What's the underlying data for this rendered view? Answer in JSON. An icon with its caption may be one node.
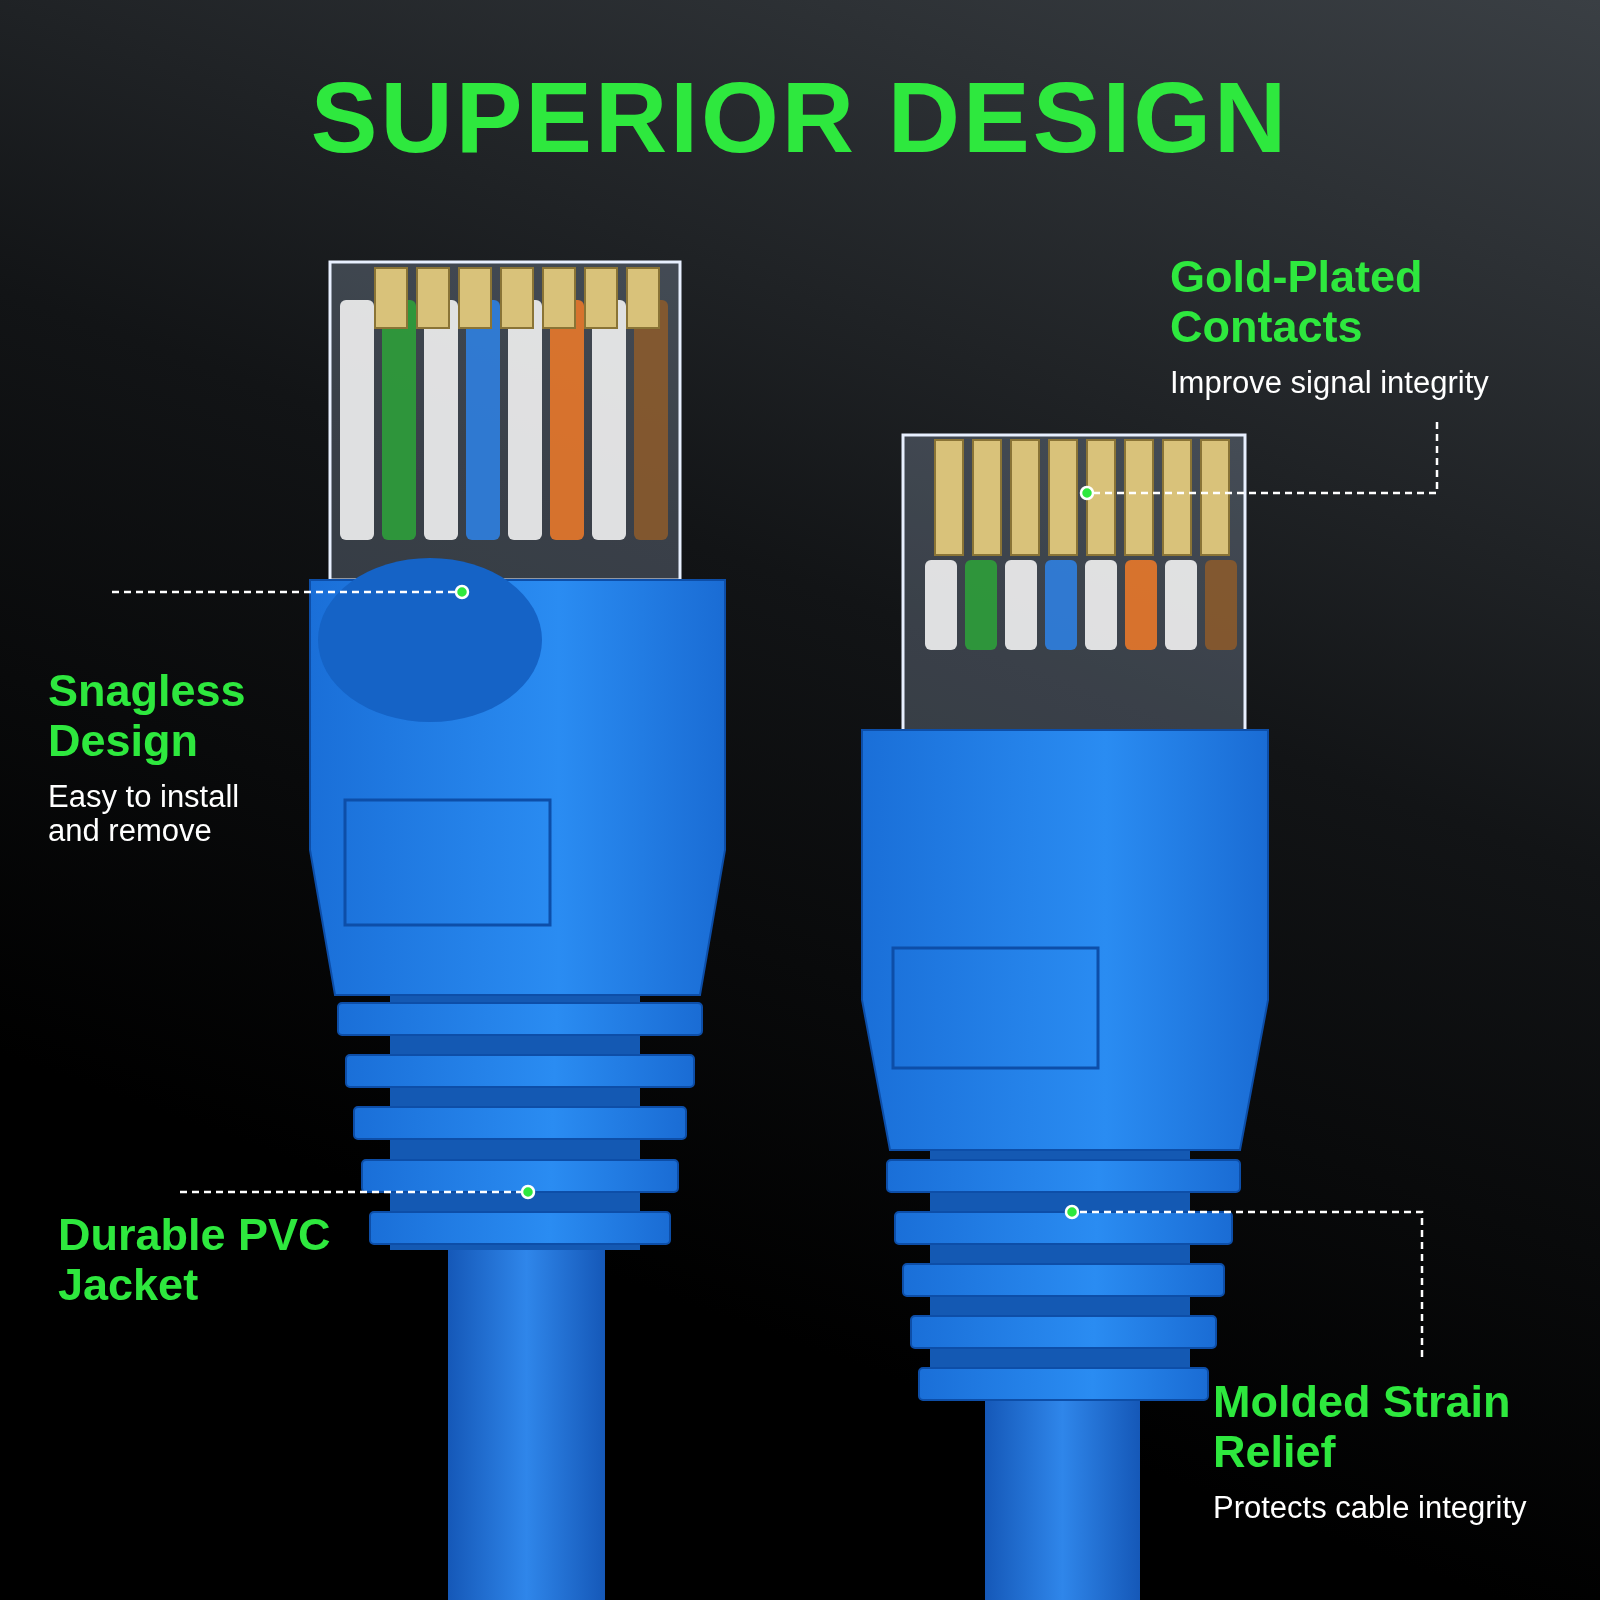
{
  "diagram": {
    "title": "SUPERIOR DESIGN",
    "nodes": [
      {
        "text": [
          "Snagless Design",
          "Easy to install and remove"
        ]
      },
      {
        "text": [
          "Durable PVC Jacket"
        ]
      },
      {
        "text": [
          "Gold-Plated Contacts",
          "Improve signal integrity"
        ]
      },
      {
        "text": [
          "Molded Strain Relief",
          "Protects cable integrity"
        ]
      }
    ],
    "edges": [
      {
        "from": 0,
        "to": null,
        "arrow": "other",
        "style": "dashed"
      },
      {
        "from": 1,
        "to": null,
        "arrow": "other",
        "style": "dashed"
      },
      {
        "from": 2,
        "to": null,
        "arrow": "other",
        "style": "dashed"
      },
      {
        "from": 3,
        "to": null,
        "arrow": "other",
        "style": "dashed"
      }
    ]
  }
}
